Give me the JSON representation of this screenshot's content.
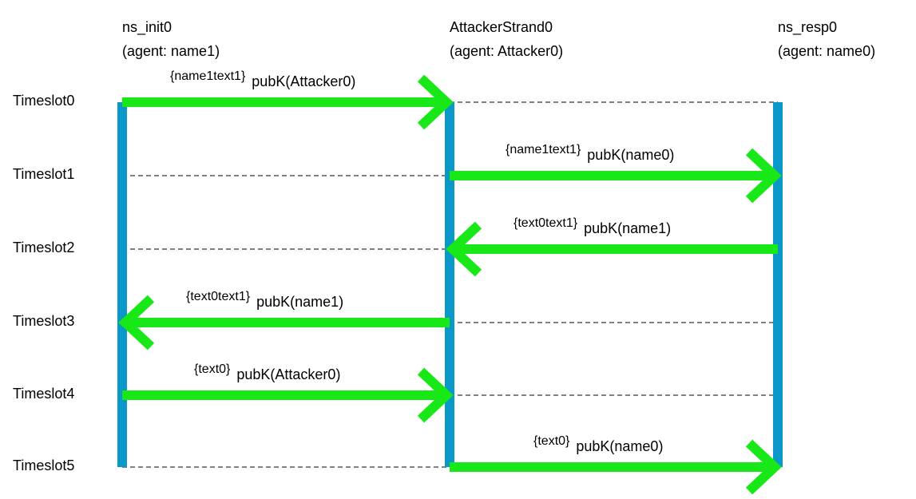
{
  "colors": {
    "lifeline": "#0a98c8",
    "arrow": "#18e818",
    "dash": "#000000"
  },
  "strands": [
    {
      "name": "ns_init0",
      "agent": "(agent: name1)"
    },
    {
      "name": "AttackerStrand0",
      "agent": "(agent: Attacker0)"
    },
    {
      "name": "ns_resp0",
      "agent": "(agent: name0)"
    }
  ],
  "timeslots": [
    "Timeslot0",
    "Timeslot1",
    "Timeslot2",
    "Timeslot3",
    "Timeslot4",
    "Timeslot5"
  ],
  "messages": [
    {
      "timeslot": 0,
      "from": 0,
      "to": 1,
      "content": "{name1text1}",
      "key": "pubK(Attacker0)"
    },
    {
      "timeslot": 1,
      "from": 1,
      "to": 2,
      "content": "{name1text1}",
      "key": "pubK(name0)"
    },
    {
      "timeslot": 2,
      "from": 2,
      "to": 1,
      "content": "{text0text1}",
      "key": "pubK(name1)"
    },
    {
      "timeslot": 3,
      "from": 1,
      "to": 0,
      "content": "{text0text1}",
      "key": "pubK(name1)"
    },
    {
      "timeslot": 4,
      "from": 0,
      "to": 1,
      "content": "{text0}",
      "key": "pubK(Attacker0)"
    },
    {
      "timeslot": 5,
      "from": 1,
      "to": 2,
      "content": "{text0}",
      "key": "pubK(name0)"
    }
  ]
}
